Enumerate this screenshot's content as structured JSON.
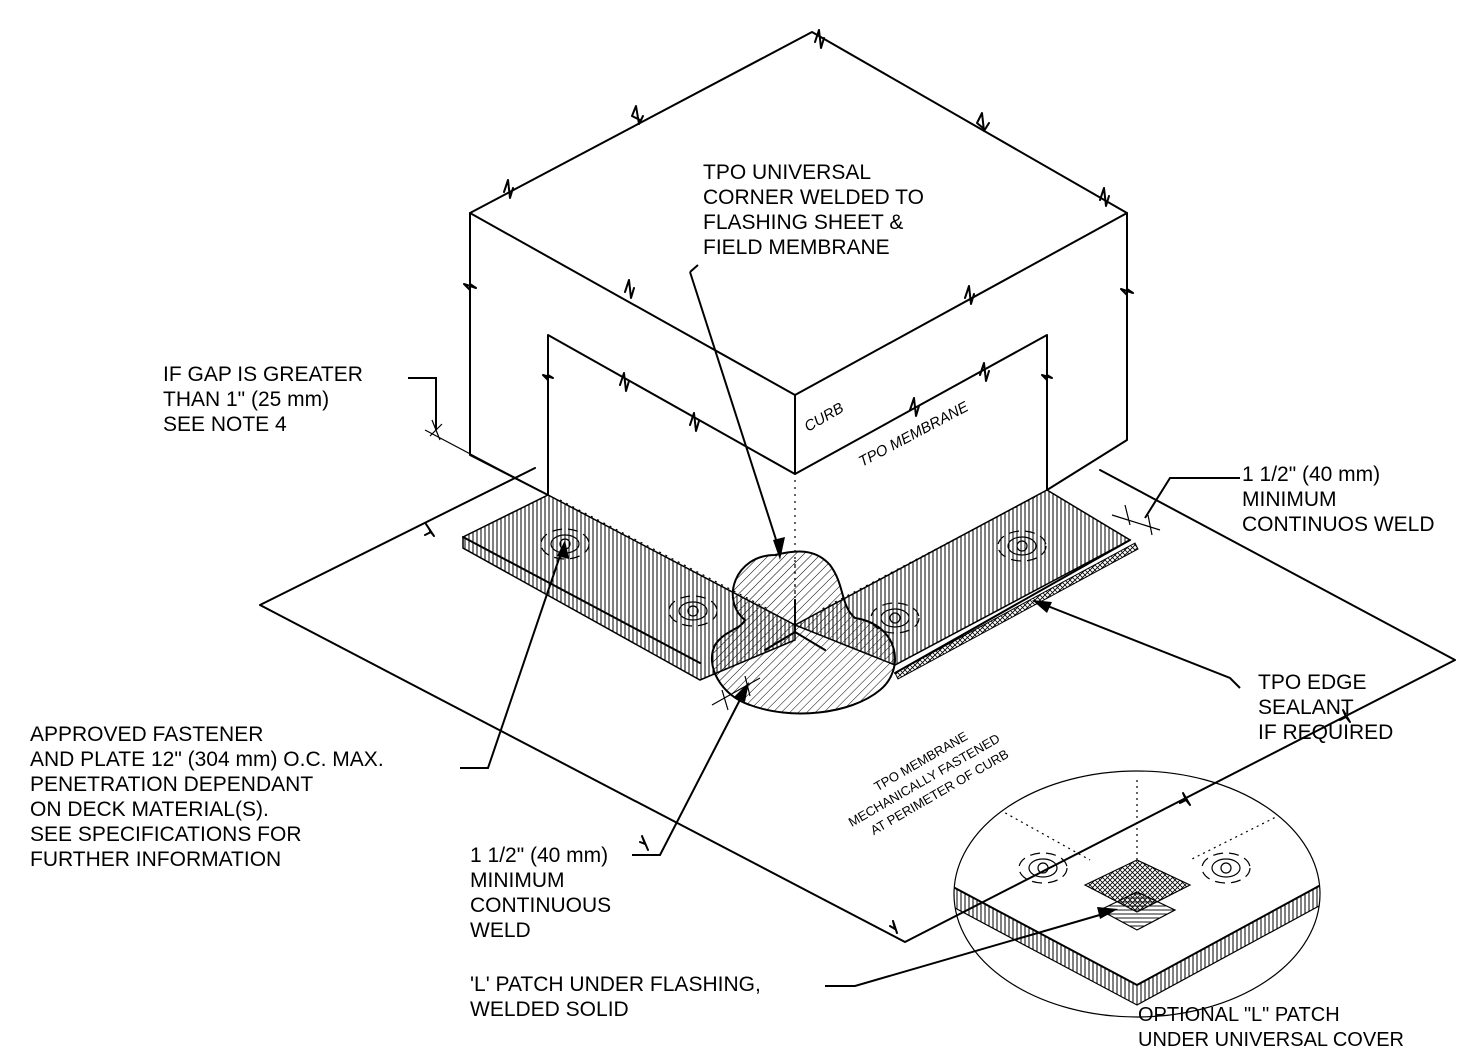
{
  "drawing_labels": {
    "curb": "CURB",
    "tpo_membrane_on_curb": "TPO MEMBRANE",
    "field_note": [
      "TPO MEMBRANE",
      "MECHANICALLY FASTENED",
      "AT PERIMETER OF CURB"
    ]
  },
  "callouts": {
    "universal_corner": [
      "TPO UNIVERSAL",
      "CORNER WELDED TO",
      "FLASHING SHEET &",
      "FIELD MEMBRANE"
    ],
    "gap": [
      "IF GAP IS GREATER",
      "THAN 1\" (25 mm)",
      "SEE NOTE 4"
    ],
    "weld_right": [
      "1 1/2\" (40 mm)",
      "MINIMUM",
      "CONTINUOS WELD"
    ],
    "edge_sealant": [
      "TPO EDGE",
      "SEALANT",
      "IF REQUIRED"
    ],
    "fastener": [
      "APPROVED FASTENER",
      "AND PLATE 12\" (304 mm) O.C. MAX.",
      "PENETRATION DEPENDANT",
      "ON DECK MATERIAL(S).",
      "SEE SPECIFICATIONS FOR",
      "FURTHER INFORMATION"
    ],
    "weld_bottom": [
      "1 1/2\" (40 mm)",
      "MINIMUM",
      "CONTINUOUS",
      "WELD"
    ],
    "l_patch": [
      "'L' PATCH UNDER FLASHING,",
      "WELDED SOLID"
    ],
    "optional_patch": [
      "OPTIONAL \"L\" PATCH",
      "UNDER UNIVERSAL COVER"
    ]
  }
}
